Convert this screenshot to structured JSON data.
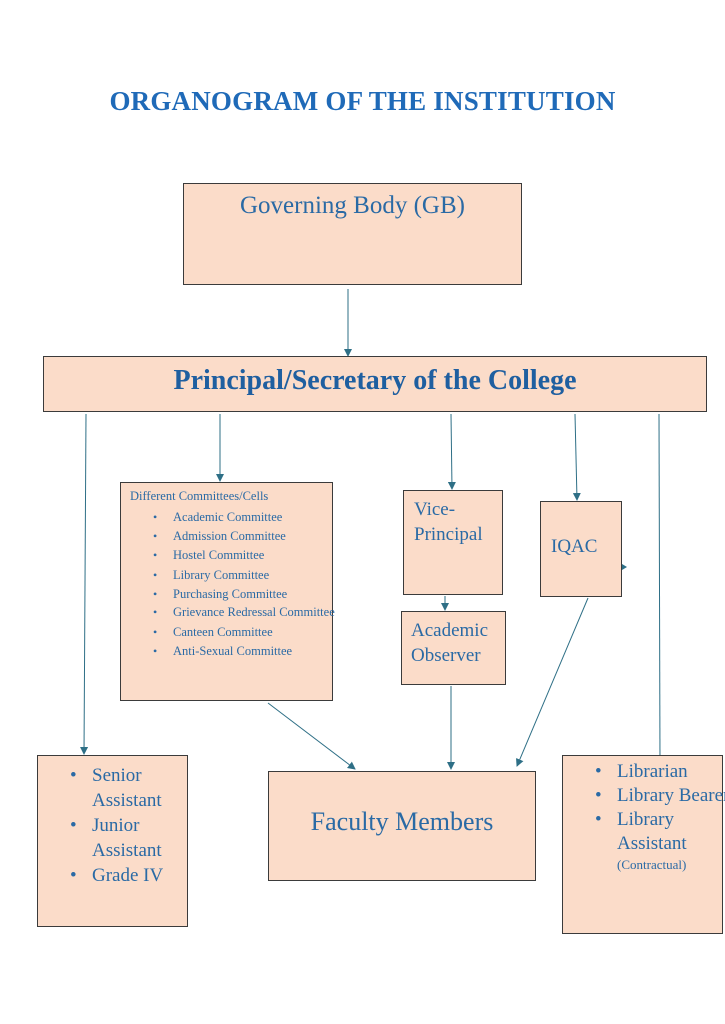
{
  "title": "ORGANOGRAM OF THE INSTITUTION",
  "colors": {
    "title": "#1f6ab8",
    "box_fill": "#fbdcc9",
    "box_border": "#3b3b3b",
    "text": "#2a6aa5",
    "connector": "#2e6f86"
  },
  "nodes": {
    "governing_body": "Governing Body (GB)",
    "principal": "Principal/Secretary of the College",
    "committees": {
      "heading": "Different Committees/Cells",
      "items": [
        "Academic Committee",
        "Admission Committee",
        "Hostel Committee",
        "Library Committee",
        "Purchasing Committee",
        "Grievance Redressal Committee",
        "Canteen Committee",
        "Anti-Sexual Committee"
      ]
    },
    "vice_principal": "Vice-Principal",
    "iqac": "IQAC",
    "academic_observer": "Academic Observer",
    "office_staff": [
      "Senior Assistant",
      "Junior Assistant",
      "Grade IV"
    ],
    "faculty": "Faculty Members",
    "library_staff": {
      "items": [
        "Librarian",
        "Library Bearer",
        "Library Assistant"
      ],
      "note": "(Contractual)"
    }
  },
  "edges": [
    [
      "Governing Body (GB)",
      "Principal/Secretary of the College"
    ],
    [
      "Principal/Secretary of the College",
      "Senior Assistant"
    ],
    [
      "Principal/Secretary of the College",
      "Different Committees/Cells"
    ],
    [
      "Principal/Secretary of the College",
      "Vice-Principal"
    ],
    [
      "Principal/Secretary of the College",
      "IQAC"
    ],
    [
      "Principal/Secretary of the College",
      "Librarian"
    ],
    [
      "Vice-Principal",
      "Academic Observer"
    ],
    [
      "Academic Observer",
      "Faculty Members"
    ],
    [
      "Different Committees/Cells",
      "Faculty Members"
    ],
    [
      "IQAC",
      "Faculty Members"
    ]
  ]
}
